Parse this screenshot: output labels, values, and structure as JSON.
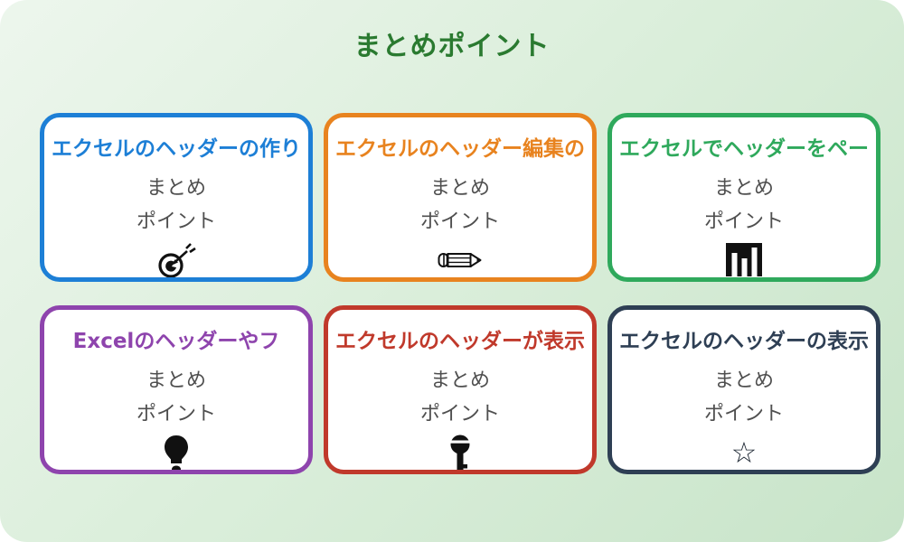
{
  "page": {
    "title": "まとめポイント",
    "title_color": "#2a7a30",
    "background_from": "#edf6ed",
    "background_to": "#c8e4c9"
  },
  "card_common": {
    "line1": "まとめ",
    "line2": "ポイント"
  },
  "cards": [
    {
      "title": "エクセルのヘッダーの作り",
      "color": "#1d7fd6",
      "icon": "target-icon"
    },
    {
      "title": "エクセルのヘッダー編集の",
      "color": "#e8831f",
      "icon": "pencil-icon"
    },
    {
      "title": "エクセルでヘッダーをペー",
      "color": "#2fa95c",
      "icon": "bar-chart-icon"
    },
    {
      "title": "Excelのヘッダーやフ",
      "color": "#8e44ad",
      "icon": "lightbulb-icon"
    },
    {
      "title": "エクセルのヘッダーが表示",
      "color": "#c0392b",
      "icon": "key-icon"
    },
    {
      "title": "エクセルのヘッダーの表示",
      "color": "#2e3f54",
      "icon": "star-icon"
    }
  ],
  "icons": {
    "star_glyph": "☆"
  }
}
